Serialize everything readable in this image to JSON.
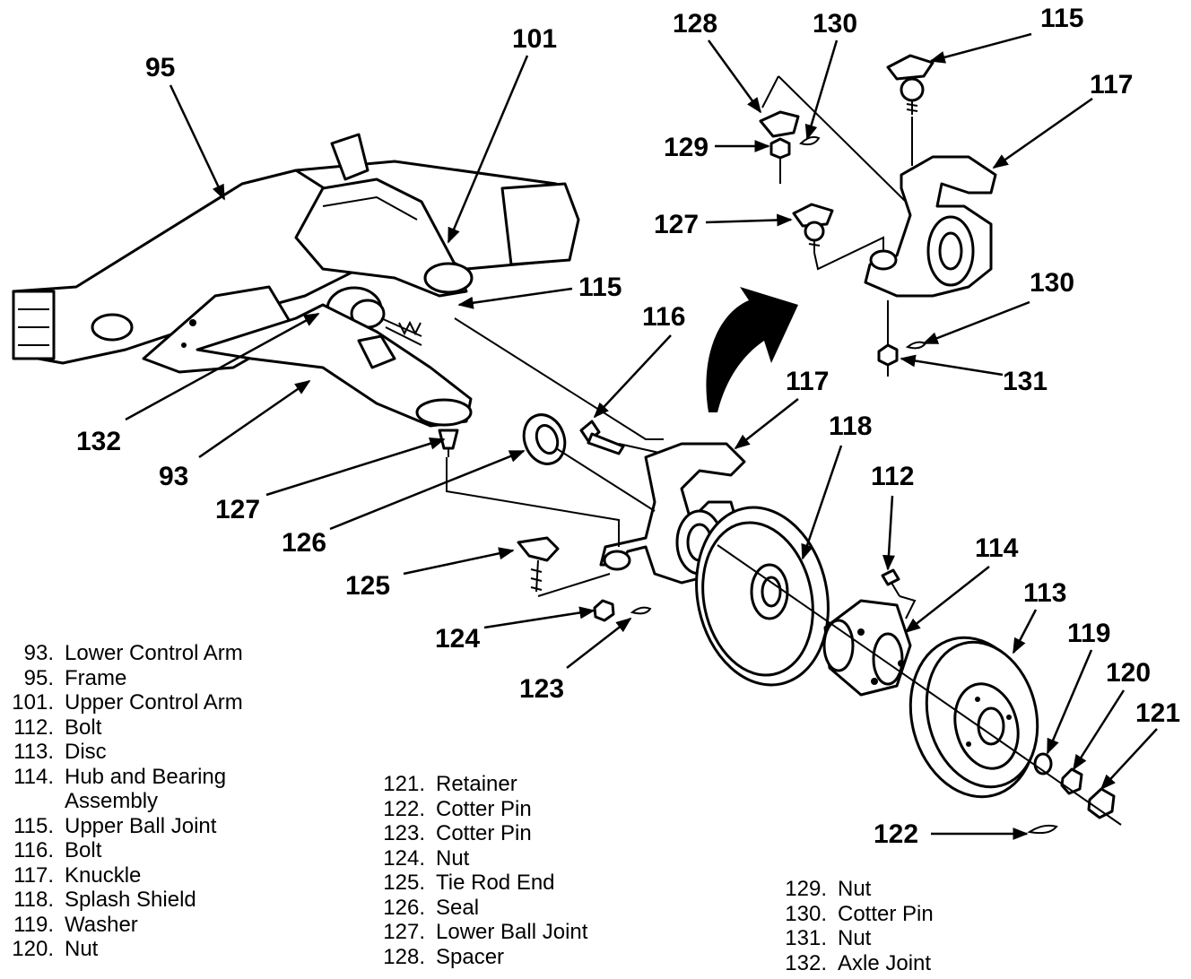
{
  "callouts": {
    "c93": "93",
    "c95": "95",
    "c101": "101",
    "c112": "112",
    "c113": "113",
    "c114": "114",
    "c115a": "115",
    "c115b": "115",
    "c116": "116",
    "c117a": "117",
    "c117b": "117",
    "c118": "118",
    "c119": "119",
    "c120": "120",
    "c121": "121",
    "c122": "122",
    "c123": "123",
    "c124": "124",
    "c125": "125",
    "c126": "126",
    "c127a": "127",
    "c127b": "127",
    "c128": "128",
    "c129": "129",
    "c130a": "130",
    "c130b": "130",
    "c131": "131",
    "c132": "132"
  },
  "legend": {
    "col1": [
      {
        "num": "93.",
        "label": "Lower Control Arm"
      },
      {
        "num": "95.",
        "label": "Frame"
      },
      {
        "num": "101.",
        "label": "Upper Control Arm"
      },
      {
        "num": "112.",
        "label": "Bolt"
      },
      {
        "num": "113.",
        "label": "Disc"
      },
      {
        "num": "114.",
        "label": "Hub and Bearing"
      },
      {
        "num": "",
        "label": "Assembly"
      },
      {
        "num": "115.",
        "label": "Upper Ball Joint"
      },
      {
        "num": "116.",
        "label": "Bolt"
      },
      {
        "num": "117.",
        "label": "Knuckle"
      },
      {
        "num": "118.",
        "label": "Splash Shield"
      },
      {
        "num": "119.",
        "label": "Washer"
      },
      {
        "num": "120.",
        "label": "Nut"
      }
    ],
    "col2": [
      {
        "num": "121.",
        "label": "Retainer"
      },
      {
        "num": "122.",
        "label": "Cotter Pin"
      },
      {
        "num": "123.",
        "label": "Cotter Pin"
      },
      {
        "num": "124.",
        "label": "Nut"
      },
      {
        "num": "125.",
        "label": "Tie Rod End"
      },
      {
        "num": "126.",
        "label": "Seal"
      },
      {
        "num": "127.",
        "label": "Lower Ball Joint"
      },
      {
        "num": "128.",
        "label": "Spacer"
      }
    ],
    "col3": [
      {
        "num": "129.",
        "label": "Nut"
      },
      {
        "num": "130.",
        "label": "Cotter Pin"
      },
      {
        "num": "131.",
        "label": "Nut"
      },
      {
        "num": "132.",
        "label": "Axle Joint"
      }
    ]
  }
}
